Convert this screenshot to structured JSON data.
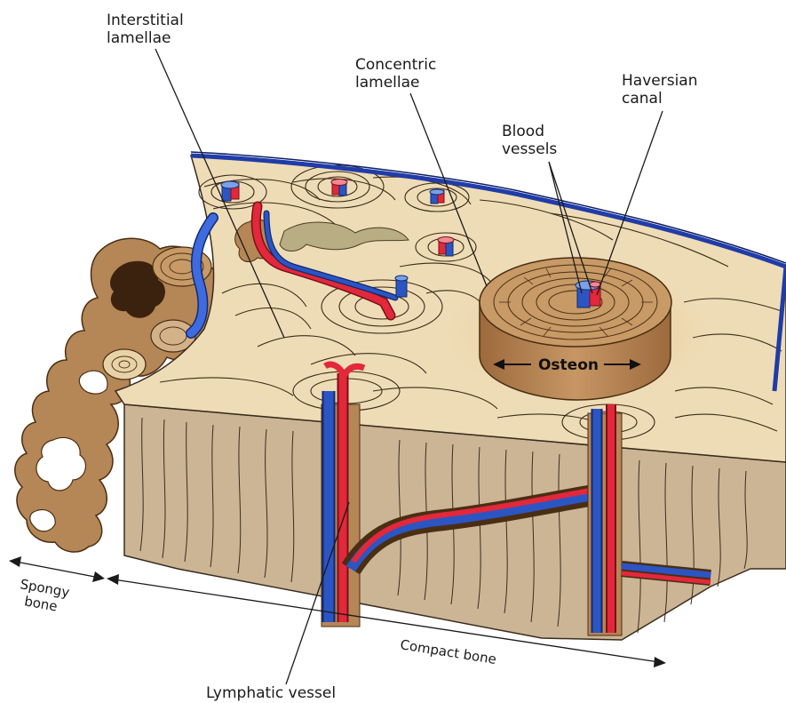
{
  "diagram": {
    "labels": {
      "interstitial_lamellae": [
        "Interstitial",
        "lamellae"
      ],
      "concentric_lamellae": [
        "Concentric",
        "lamellae"
      ],
      "haversian_canal": [
        "Haversian",
        "canal"
      ],
      "blood_vessels": [
        "Blood",
        "vessels"
      ],
      "osteon": "Osteon",
      "spongy_bone": [
        "Spongy",
        "bone"
      ],
      "compact_bone": "Compact bone",
      "lymphatic_vessel": "Lymphatic vessel"
    },
    "colors": {
      "bone_top": "#eedcb6",
      "bone_side": "#cbb594",
      "osteon": "#b88654",
      "artery": "#e2283a",
      "vein": "#2c55c4",
      "periosteum_blue": "#1f3ca8",
      "spongy": "#b58656"
    }
  }
}
